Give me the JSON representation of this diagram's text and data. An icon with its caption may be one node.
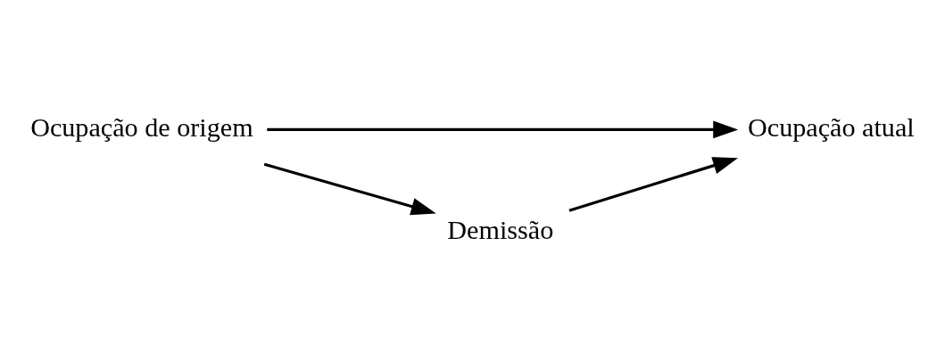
{
  "diagram": {
    "nodes": [
      {
        "text": [
          "Ocupação de origem"
        ]
      },
      {
        "text": [
          "Ocupação atual"
        ]
      },
      {
        "text": [
          "Demissão"
        ]
      }
    ],
    "edges": [
      {
        "from": 0,
        "to": 1,
        "arrow": "to"
      },
      {
        "from": 0,
        "to": 2,
        "arrow": "to"
      },
      {
        "from": 2,
        "to": 1,
        "arrow": "to"
      }
    ]
  }
}
